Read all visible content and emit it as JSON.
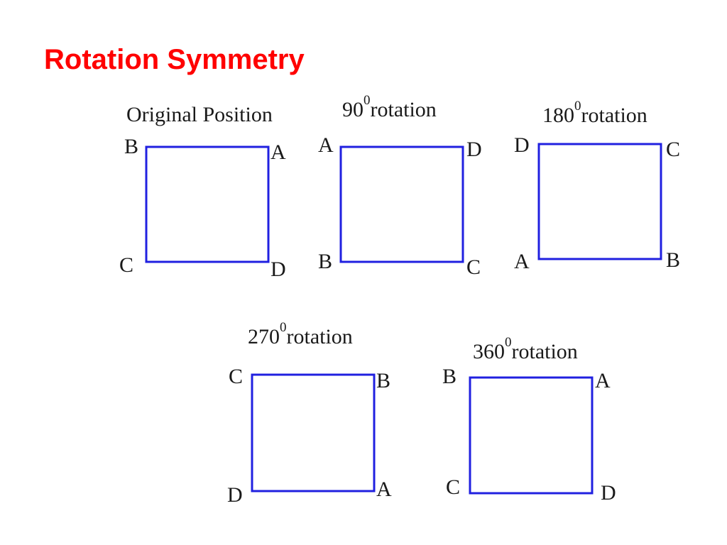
{
  "title": "Rotation Symmetry",
  "colors": {
    "title": "#ff0000",
    "square": "#2020e0",
    "text": "#1a1a1a"
  },
  "diagrams": [
    {
      "caption": "Original Position",
      "superscript": "",
      "corners": {
        "top_left": "B",
        "top_right": "A",
        "bottom_left": "C",
        "bottom_right": "D"
      }
    },
    {
      "caption": "90",
      "superscript": "0",
      "caption_suffix": "rotation",
      "corners": {
        "top_left": "A",
        "top_right": "D",
        "bottom_left": "B",
        "bottom_right": "C"
      }
    },
    {
      "caption": "180",
      "superscript": "0",
      "caption_suffix": "rotation",
      "corners": {
        "top_left": "D",
        "top_right": "C",
        "bottom_left": "A",
        "bottom_right": "B"
      }
    },
    {
      "caption": "270",
      "superscript": "0",
      "caption_suffix": "rotation",
      "corners": {
        "top_left": "C",
        "top_right": "B",
        "bottom_left": "D",
        "bottom_right": "A"
      }
    },
    {
      "caption": "360",
      "superscript": "0",
      "caption_suffix": "rotation",
      "corners": {
        "top_left": "B",
        "top_right": "A",
        "bottom_left": "C",
        "bottom_right": "D"
      }
    }
  ]
}
